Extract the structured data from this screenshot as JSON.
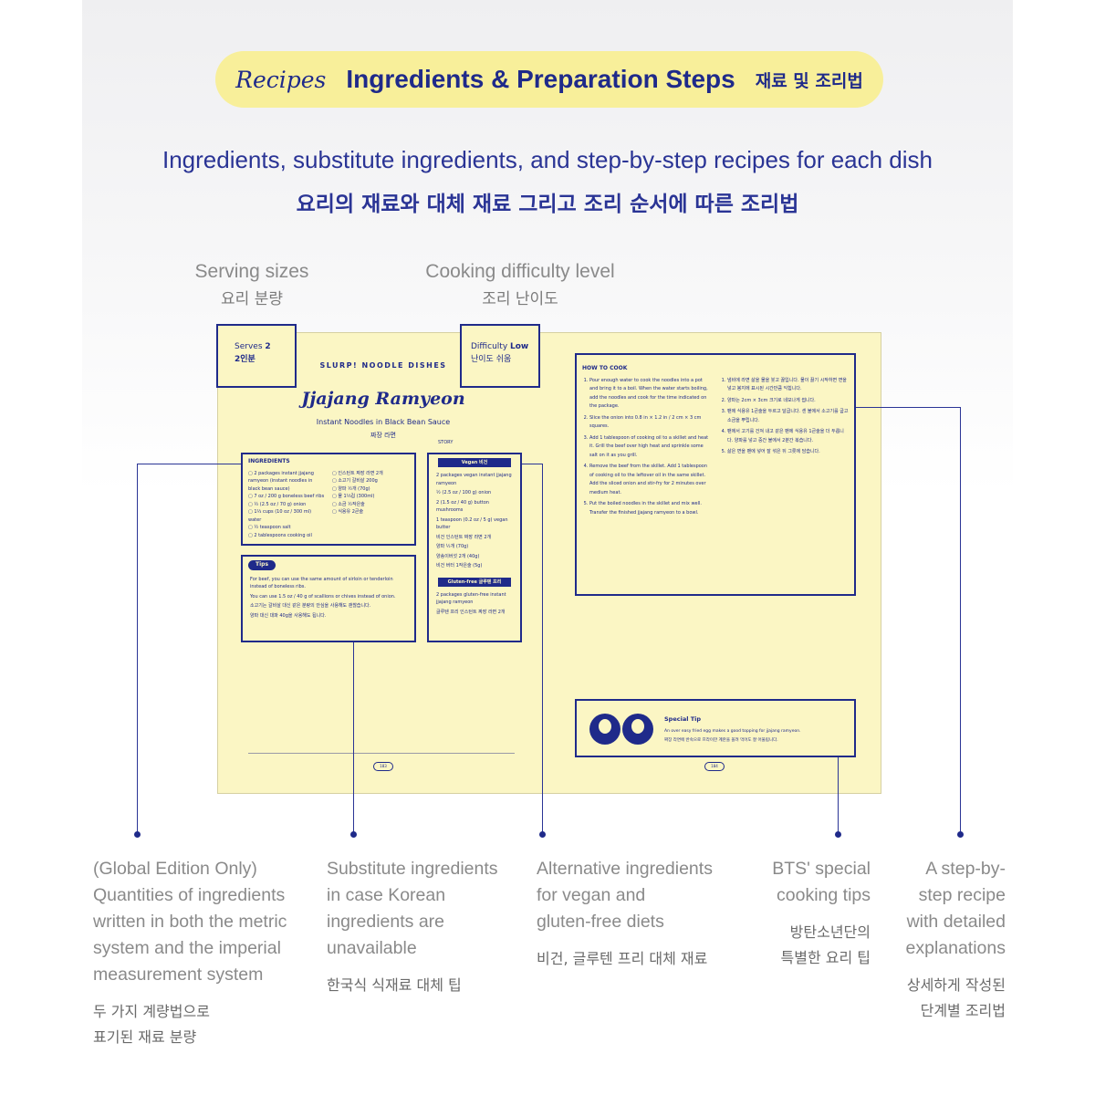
{
  "header": {
    "recipes": "Recipes",
    "title": "Ingredients & Preparation Steps",
    "title_kr": "재료 및 조리법"
  },
  "subtitle": {
    "en": "Ingredients, substitute ingredients, and step-by-step recipes for each dish",
    "kr": "요리의 재료와 대체 재료 그리고 조리 순서에 따른 조리법"
  },
  "labels": {
    "serving_en": "Serving sizes",
    "serving_kr": "요리 분량",
    "difficulty_en": "Cooking difficulty level",
    "difficulty_kr": "조리 난이도"
  },
  "book": {
    "serves_label": "Serves",
    "serves_value": "2",
    "serves_kr": "2인분",
    "difficulty_label": "Difficulty",
    "difficulty_value": "Low",
    "difficulty_kr": "난이도 쉬움",
    "series": "SLURP! NOODLE DISHES",
    "recipe_title": "Jjajang Ramyeon",
    "recipe_subtitle": "Instant Noodles in Black Bean Sauce",
    "recipe_kr": "짜장 라면",
    "story": "STORY",
    "ingredients_head": "INGREDIENTS",
    "ingredients_left": [
      "2 packages instant jjajang ramyeon (instant noodles in black bean sauce)",
      "7 oz / 200 g boneless beef ribs",
      "½ (2.5 oz / 70 g) onion",
      "1⅓ cups (10 oz / 300 ml) water",
      "½ teaspoon salt",
      "2 tablespoons cooking oil"
    ],
    "ingredients_right": [
      "인스턴트 짜장 라면 2개",
      "소고기 갈비살 200g",
      "양파 ½개 (70g)",
      "물 1⅓컵 (300ml)",
      "소금 ½작은술",
      "식용유 2큰술"
    ],
    "tips_head": "Tips",
    "tips": [
      "For beef, you can use the same amount of sirloin or tenderloin instead of boneless ribs.",
      "You can use 1.5 oz / 40 g of scallions or chives instead of onion.",
      "소고기는 갈비살 대신 같은 분량의 안심을 사용해도 괜찮습니다.",
      "양파 대신 대파 40g을 사용해도 됩니다."
    ],
    "vegan_head": "Vegan 비건",
    "vegan_items": [
      "2 packages vegan instant jjajang ramyeon",
      "½ (2.5 oz / 100 g) onion",
      "2 (1.5 oz / 40 g) button mushrooms",
      "1 teaspoon (0.2 oz / 5 g) vegan butter",
      "비건 인스턴트 짜장 라면 2개",
      "양파 ½개 (70g)",
      "양송이버섯 2개 (40g)",
      "비건 버터 1작은술 (5g)"
    ],
    "gluten_head": "Gluten-free 글루텐 프리",
    "gluten_items": [
      "2 packages gluten-free instant jjajang ramyeon",
      "글루텐 프리 인스턴트 짜장 라면 2개"
    ],
    "howto_head": "HOW TO COOK",
    "howto_left": [
      "Pour enough water to cook the noodles into a pot and bring it to a boil. When the water starts boiling, add the noodles and cook for the time indicated on the package.",
      "Slice the onion into 0.8 in × 1.2 in / 2 cm × 3 cm squares.",
      "Add 1 tablespoon of cooking oil to a skillet and heat it. Grill the beef over high heat and sprinkle some salt on it as you grill.",
      "Remove the beef from the skillet. Add 1 tablespoon of cooking oil to the leftover oil in the same skillet. Add the sliced onion and stir-fry for 2 minutes over medium heat.",
      "Put the boiled noodles in the skillet and mix well. Transfer the finished jjajang ramyeon to a bowl."
    ],
    "howto_right": [
      "냄비에 라면 삶을 물을 붓고 끓입니다. 물이 끓기 시작하면 면을 넣고 봉지에 표시된 시간만큼 익힙니다.",
      "양파는 2cm × 3cm 크기로 네모나게 썹니다.",
      "팬에 식용유 1큰술을 두르고 달굽니다. 센 불에서 소고기를 굽고 소금을 뿌립니다.",
      "팬에서 고기를 건져 내고 같은 팬에 식용유 1큰술을 더 두릅니다. 양파를 넣고 중간 불에서 2분간 볶습니다.",
      "삶은 면을 팬에 넣어 잘 섞은 뒤 그릇에 담습니다."
    ],
    "special_tip_head": "Special Tip",
    "special_tip_en": "An over easy fried egg makes a good topping for jjajang ramyeon.",
    "special_tip_kr": "짜장 라면에 반숙으로 프라이한 계란을 올려 먹어도 잘 어울립니다.",
    "page_left": "183",
    "page_right": "184"
  },
  "descriptions": {
    "global": [
      "(Global Edition Only)",
      "Quantities of ingredients",
      "written in both the metric",
      "system and the imperial",
      "measurement system"
    ],
    "global_kr": [
      "두 가지 계량법으로",
      "표기된 재료 분량"
    ],
    "substitute": [
      "Substitute ingredients",
      "in case Korean",
      "ingredients are",
      "unavailable"
    ],
    "substitute_kr": [
      "한국식 식재료 대체 팁"
    ],
    "alternative": [
      "Alternative ingredients",
      "for vegan and",
      "gluten-free diets"
    ],
    "alternative_kr": [
      "비건, 글루텐 프리 대체 재료"
    ],
    "bts": [
      "BTS' special",
      "cooking tips"
    ],
    "bts_kr": [
      "방탄소년단의",
      "특별한 요리 팁"
    ],
    "step": [
      "A step-by-",
      "step recipe",
      "with detailed",
      "explanations"
    ],
    "step_kr": [
      "상세하게 작성된",
      "단계별 조리법"
    ]
  }
}
